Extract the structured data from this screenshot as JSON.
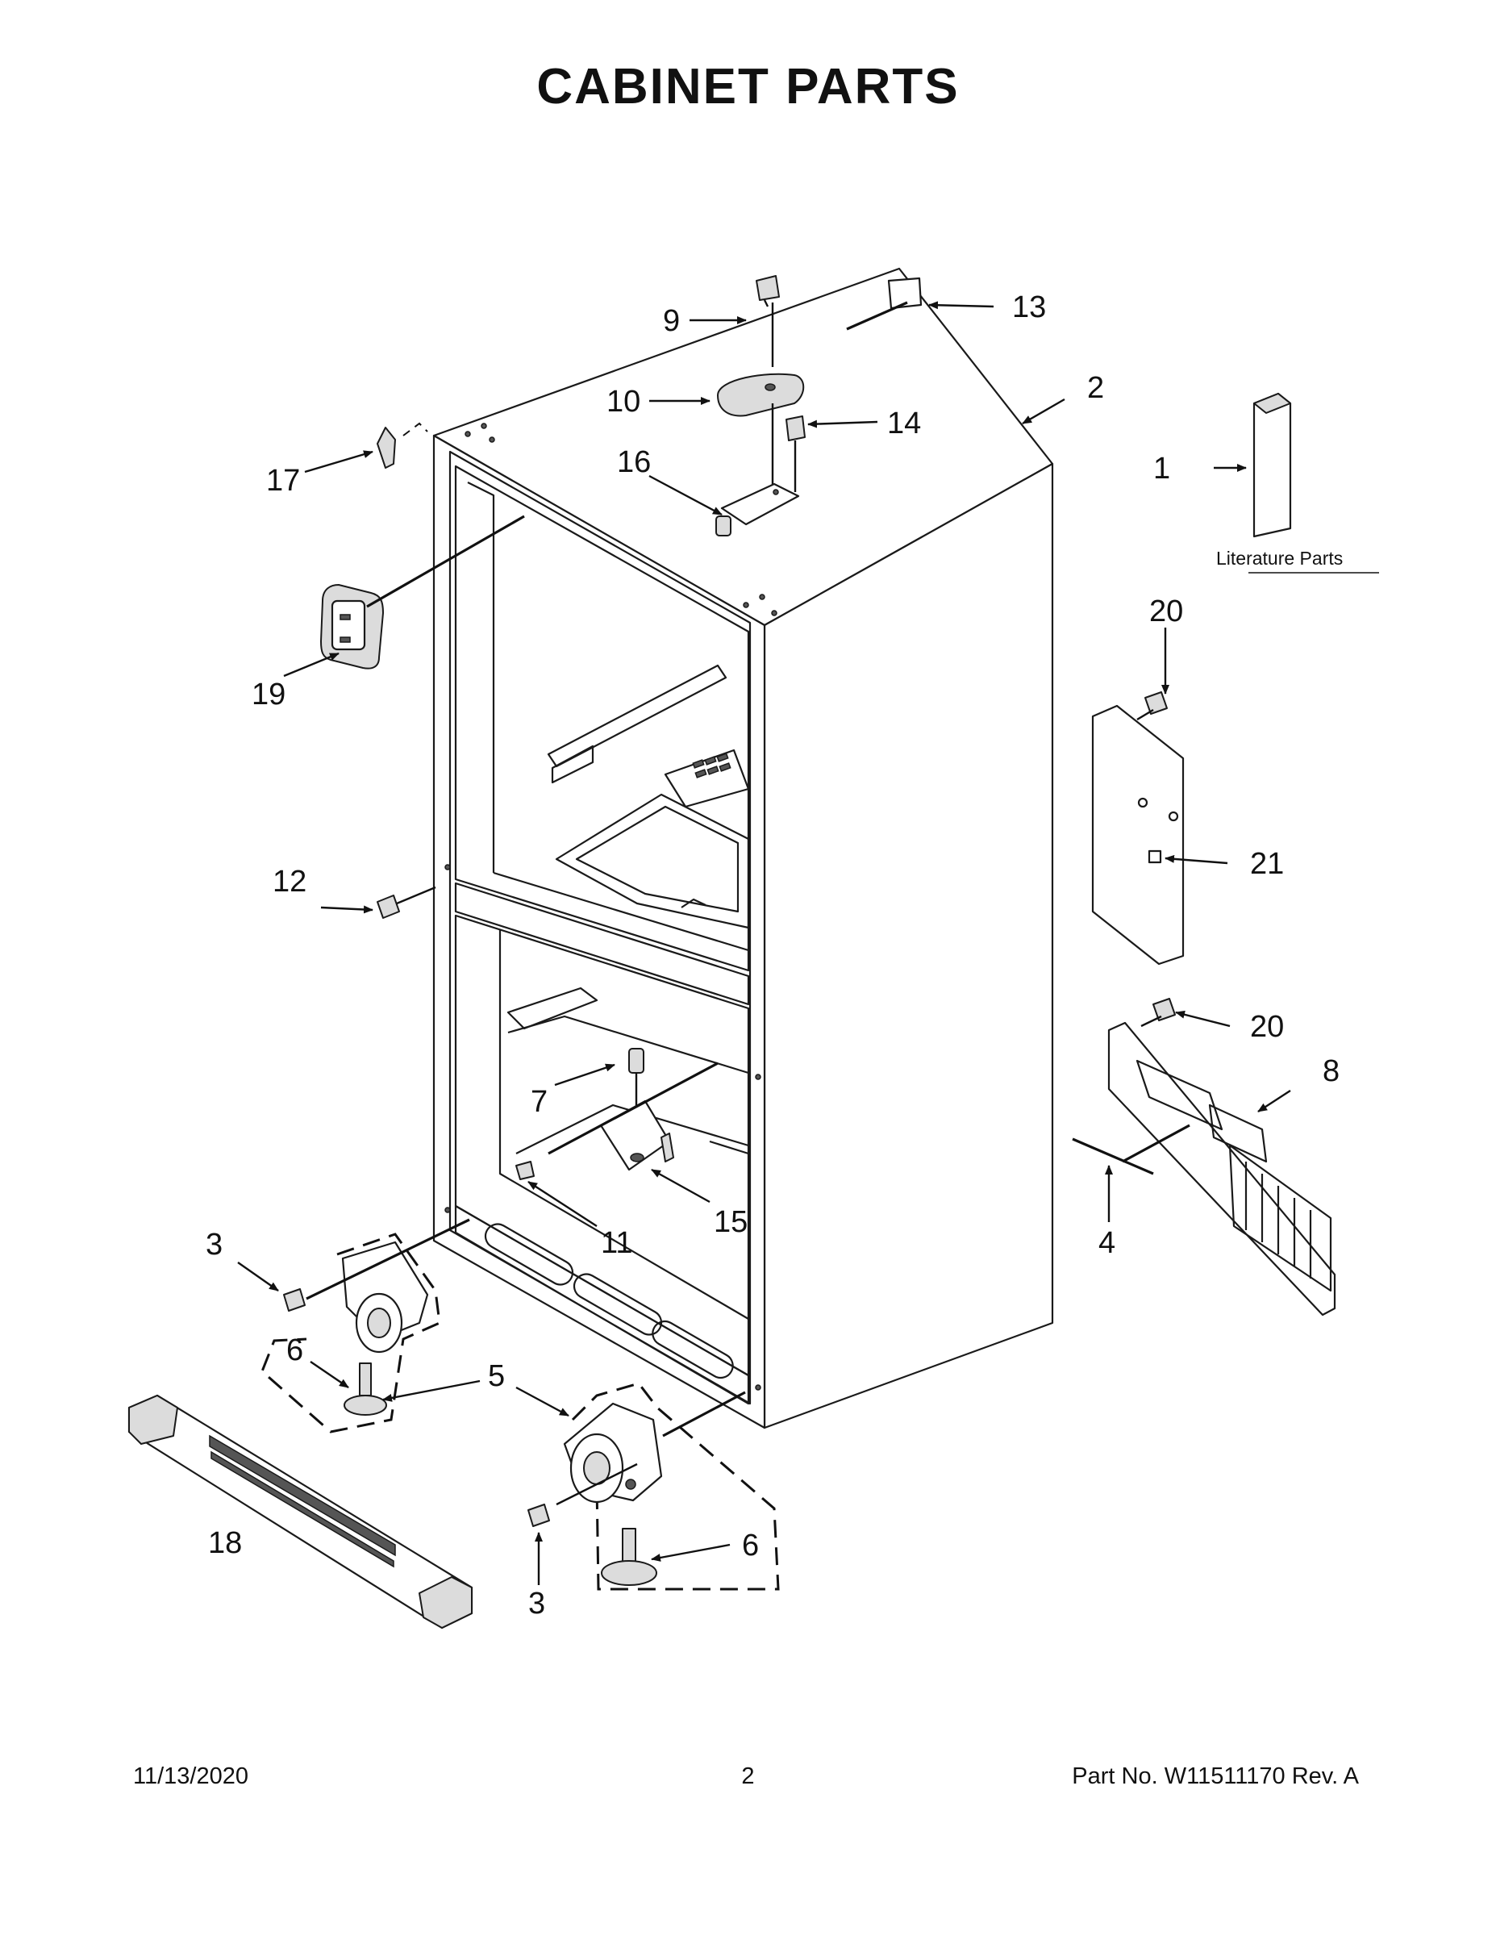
{
  "title": "CABINET PARTS",
  "literature_label": "Literature Parts",
  "callouts": [
    {
      "key": "c1",
      "label": "1"
    },
    {
      "key": "c2",
      "label": "2"
    },
    {
      "key": "c3a",
      "label": "3"
    },
    {
      "key": "c3b",
      "label": "3"
    },
    {
      "key": "c4",
      "label": "4"
    },
    {
      "key": "c5",
      "label": "5"
    },
    {
      "key": "c6a",
      "label": "6"
    },
    {
      "key": "c6b",
      "label": "6"
    },
    {
      "key": "c7",
      "label": "7"
    },
    {
      "key": "c8",
      "label": "8"
    },
    {
      "key": "c9",
      "label": "9"
    },
    {
      "key": "c10",
      "label": "10"
    },
    {
      "key": "c11",
      "label": "11"
    },
    {
      "key": "c12",
      "label": "12"
    },
    {
      "key": "c13",
      "label": "13"
    },
    {
      "key": "c14",
      "label": "14"
    },
    {
      "key": "c15",
      "label": "15"
    },
    {
      "key": "c16",
      "label": "16"
    },
    {
      "key": "c17",
      "label": "17"
    },
    {
      "key": "c18",
      "label": "18"
    },
    {
      "key": "c19",
      "label": "19"
    },
    {
      "key": "c20a",
      "label": "20"
    },
    {
      "key": "c20b",
      "label": "20"
    },
    {
      "key": "c21",
      "label": "21"
    }
  ],
  "footer": {
    "date": "11/13/2020",
    "page": "2",
    "part_number": "Part No.  W11511170  Rev.  A"
  }
}
